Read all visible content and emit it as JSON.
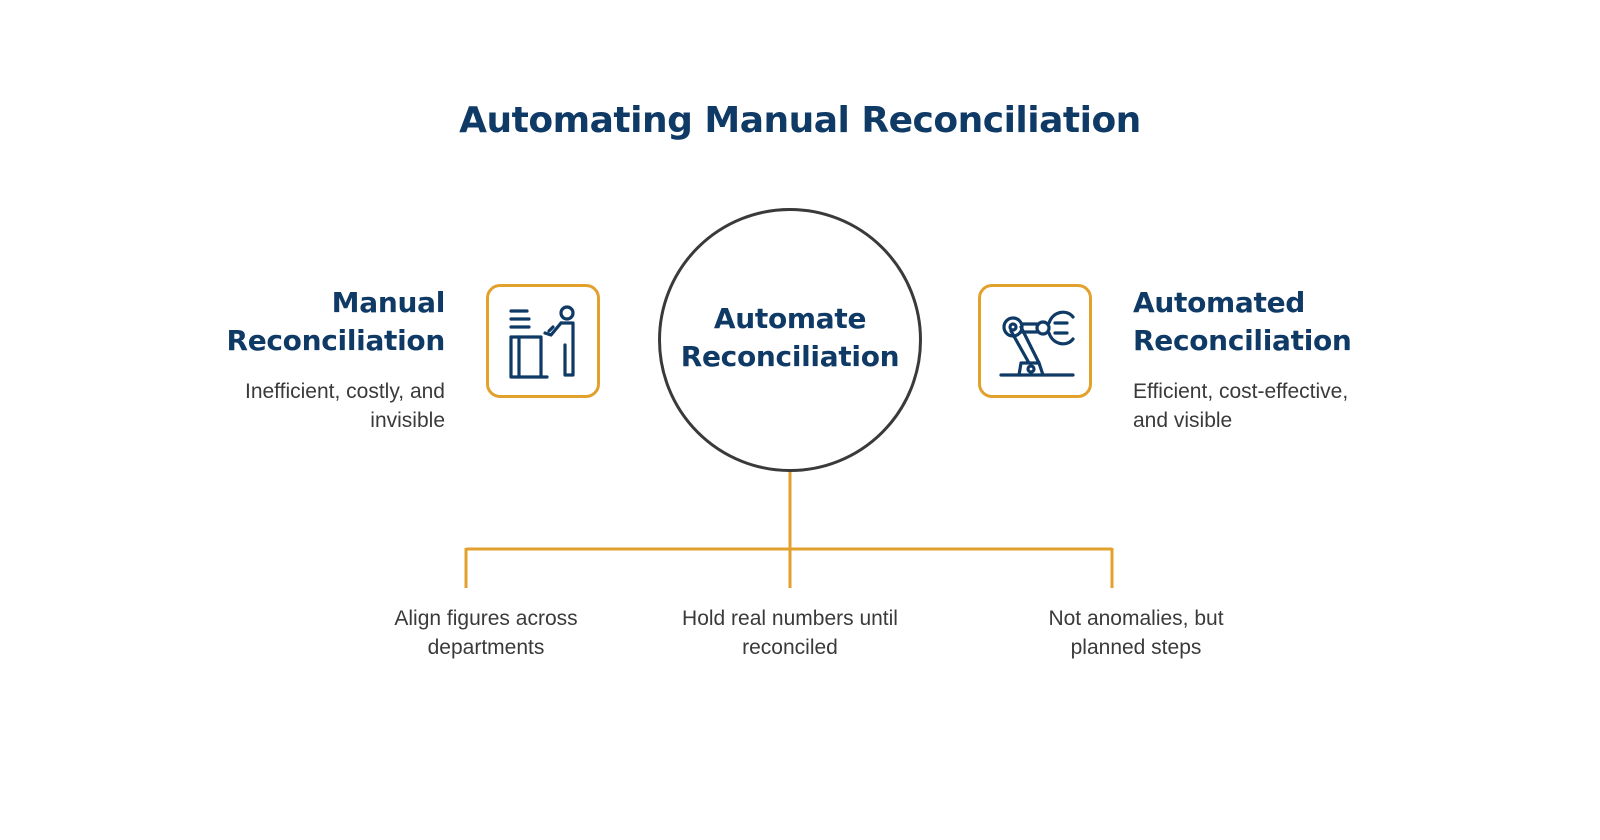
{
  "title": "Automating Manual Reconciliation",
  "center": {
    "line1": "Automate",
    "line2": "Reconciliation"
  },
  "left": {
    "heading_line1": "Manual",
    "heading_line2": "Reconciliation",
    "desc_line1": "Inefficient, costly, and",
    "desc_line2": "invisible",
    "icon": "person-at-desk-icon"
  },
  "right": {
    "heading_line1": "Automated",
    "heading_line2": "Reconciliation",
    "desc_line1": "Efficient, cost-effective,",
    "desc_line2": "and visible",
    "icon": "robotic-arm-icon"
  },
  "branches": [
    {
      "line1": "Align figures across",
      "line2": "departments"
    },
    {
      "line1": "Hold real numbers until",
      "line2": "reconciled"
    },
    {
      "line1": "Not anomalies, but",
      "line2": "planned steps"
    }
  ],
  "colors": {
    "heading": "#0f3a66",
    "accent": "#e2a12d",
    "text": "#3a3a3a",
    "circle_border": "#3a3a3a"
  }
}
